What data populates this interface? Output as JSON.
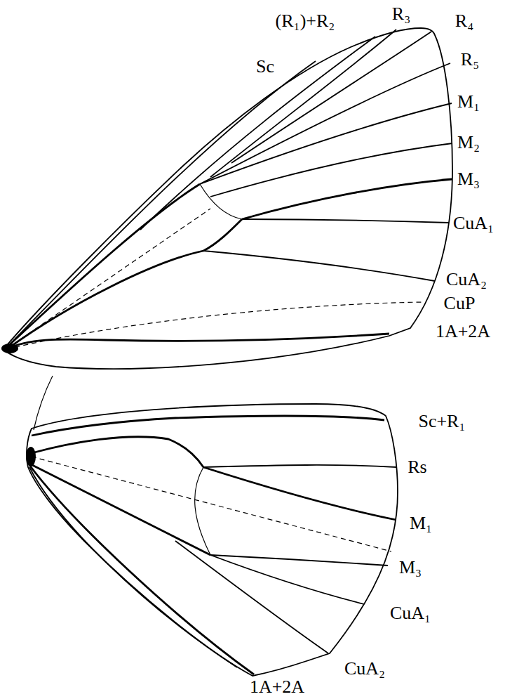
{
  "diagram": {
    "labels": [
      "(R₁)+R₂",
      "R₃",
      "R₄",
      "Sc",
      "R₅",
      "M₁",
      "M₂",
      "M₃",
      "CuA₁",
      "CuA₂",
      "CuP",
      "1A+2A",
      "Sc+R₁",
      "Rs",
      "M₁",
      "M₃",
      "CuA₁",
      "CuA₂",
      "1A+2A"
    ]
  }
}
